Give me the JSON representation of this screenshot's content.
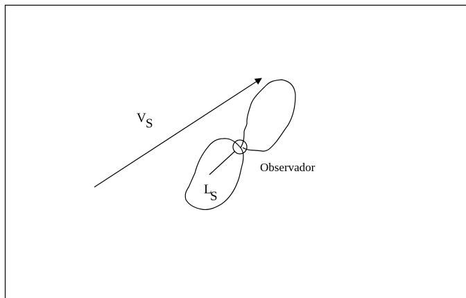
{
  "diagram": {
    "velocity_label": {
      "main": "V",
      "sub": "S"
    },
    "length_label": {
      "main": "L",
      "sub": "S"
    },
    "observer_label": "Observador",
    "colors": {
      "stroke": "#000000",
      "background": "#ffffff"
    }
  }
}
